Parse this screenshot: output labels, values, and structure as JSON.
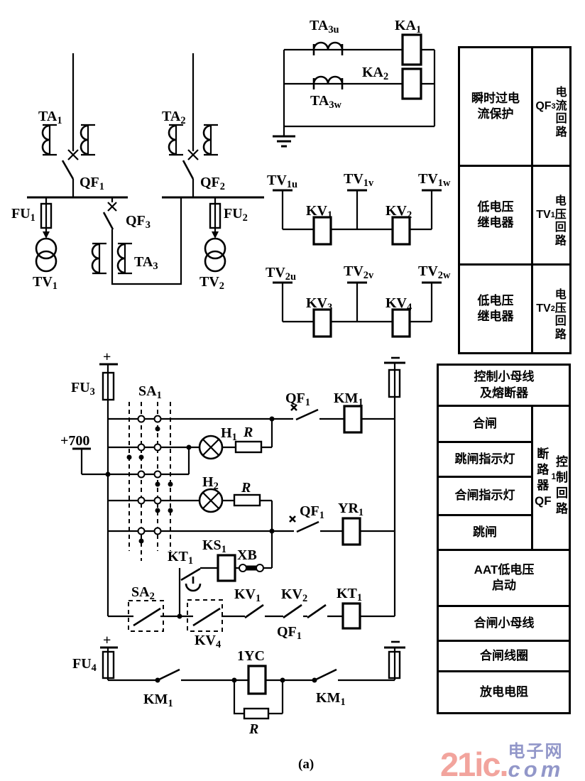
{
  "diagram": {
    "caption": "(a)",
    "power": {
      "ta1": "TA|1",
      "ta2": "TA|2",
      "ta3": "TA|3",
      "qf1": "QF|1",
      "qf2": "QF|2",
      "qf3": "QF|3",
      "fu1": "FU|1",
      "fu2": "FU|2",
      "tv1": "TV|1",
      "tv2": "TV|2"
    },
    "ct_relay": {
      "ta3u": "TA|3u",
      "ta3w": "TA|3w",
      "ka1": "KA|1",
      "ka2": "KA|2"
    },
    "voltage1": {
      "tv1u": "TV|1u",
      "tv1v": "TV|1v",
      "tv1w": "TV|1w",
      "kv1": "KV|1",
      "kv2": "KV|2"
    },
    "voltage2": {
      "tv2u": "TV|2u",
      "tv2v": "TV|2v",
      "tv2w": "TV|2w",
      "kv3": "KV|3",
      "kv4": "KV|4"
    },
    "control": {
      "plus": "+",
      "plus700": "+700",
      "fu3": "FU|3",
      "fu4": "FU|4",
      "sa1": "SA|1",
      "sa2": "SA|2",
      "qf1": "QF|1",
      "km1": "KM|1",
      "yr1": "YR|1",
      "h1": "H|1",
      "h2": "H|2",
      "r": "R",
      "ks1": "KS|1",
      "kt1": "KT|1",
      "xb": "XB",
      "kv1": "KV|1",
      "kv2": "KV|2",
      "kv4": "KV|4",
      "yc": "1YC"
    }
  },
  "table_top": {
    "rows": [
      {
        "function": "瞬时过电\n流保护",
        "circuit": "QF|3\n电\n流\n回\n路"
      },
      {
        "function": "低电压\n继电器",
        "circuit": "TV|1\n电\n压\n回\n路"
      },
      {
        "function": "低电压\n继电器",
        "circuit": "TV|2\n电\n压\n回\n路"
      }
    ]
  },
  "table_bottom": {
    "header": "控制小母线\n及熔断器",
    "rows": [
      "合闸",
      "跳闸指示灯",
      "合闸指示灯",
      "跳闸"
    ],
    "side": "断路\n器\nQF|1\n控制\n回路",
    "rows2": [
      "AAT低电压\n启动",
      "合闸小母线",
      "合闸线圈",
      "放电电阻"
    ]
  },
  "logo": {
    "brand": "21ic.",
    "name_cn": "电子网",
    "domain": "com"
  },
  "colors": {
    "logo_salmon": "#f2a49d",
    "logo_purple": "#9297c9",
    "ink": "#000000",
    "paper": "#ffffff"
  }
}
